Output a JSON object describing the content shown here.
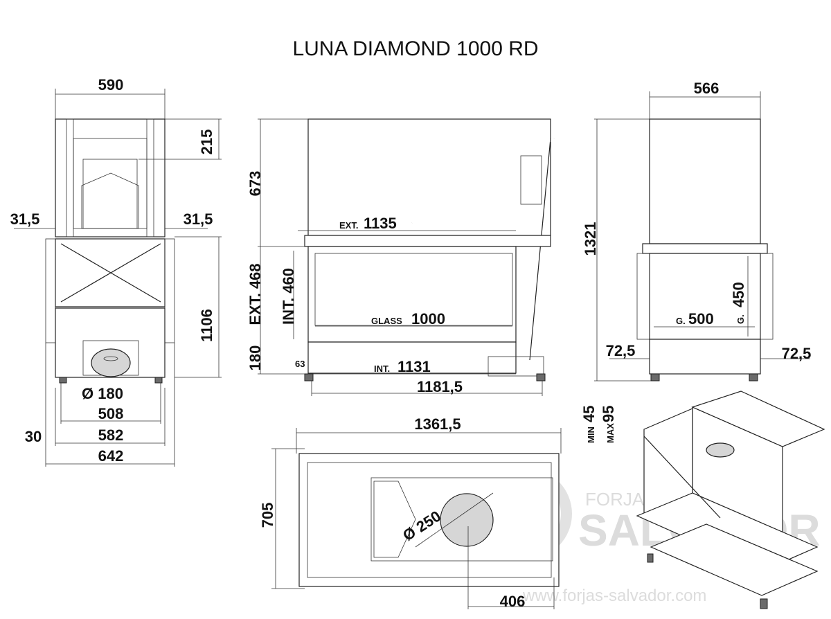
{
  "title": "LUNA DIAMOND 1000 RD",
  "front_view": {
    "width_top": "590",
    "dim_215": "215",
    "dim_31_5_left": "31,5",
    "dim_31_5_right": "31,5",
    "dim_1106": "1106",
    "diameter_180": "Ø 180",
    "dim_508": "508",
    "dim_30": "30",
    "dim_582": "582",
    "dim_642": "642"
  },
  "side_view": {
    "dim_673": "673",
    "ext_1135_prefix": "EXT.",
    "ext_1135_value": "1135",
    "ext_468": "EXT. 468",
    "int_460": "INT. 460",
    "glass_prefix": "GLASS",
    "glass_value": "1000",
    "dim_180": "180",
    "dim_63": "63",
    "int_1131_prefix": "INT.",
    "int_1131_value": "1131",
    "dim_1181_5": "1181,5"
  },
  "right_view": {
    "width_top": "566",
    "dim_1321": "1321",
    "g_500_prefix": "G.",
    "g_500_value": "500",
    "g_450_prefix": "G.",
    "g_450_value": "450",
    "dim_72_5_left": "72,5",
    "dim_72_5_right": "72,5",
    "min_label": "MIN",
    "min_value": "45",
    "max_label": "MAX",
    "max_value": "95"
  },
  "top_view": {
    "dim_1361_5": "1361,5",
    "dim_705": "705",
    "diameter_250": "Ø 250",
    "dim_406": "406"
  },
  "watermark": {
    "brand_top": "FORJAS",
    "brand_main": "SALVADOR",
    "website": "www.forjas-salvador.com"
  }
}
